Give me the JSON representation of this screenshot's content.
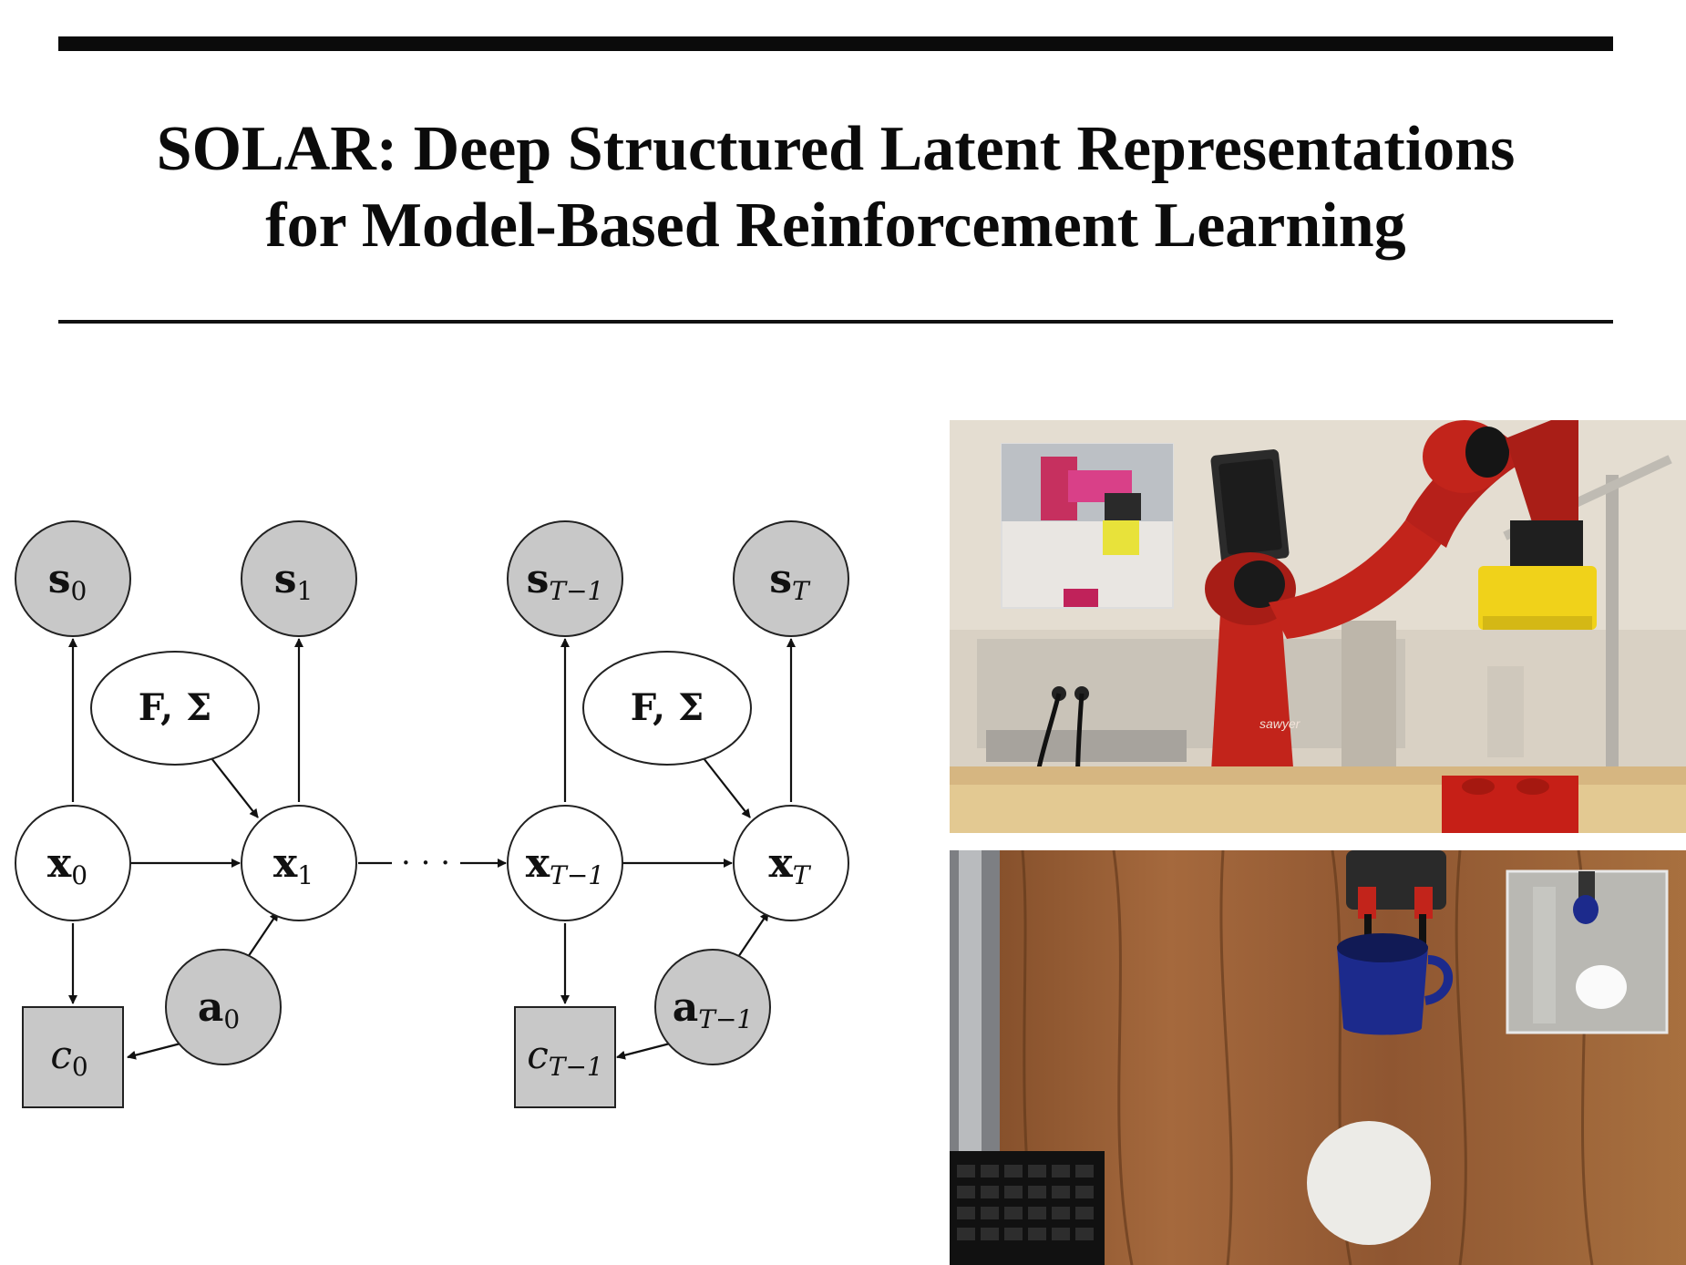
{
  "paper": {
    "title_line1": "SOLAR: Deep Structured Latent Representations",
    "title_line2": "for Model-Based Reinforcement Learning"
  },
  "diagram": {
    "observations": [
      "s",
      "s",
      "s",
      "s"
    ],
    "observation_subscripts": [
      "0",
      "1",
      "T−1",
      "T"
    ],
    "latents": [
      "x",
      "x",
      "x",
      "x"
    ],
    "latent_subscripts": [
      "0",
      "1",
      "T−1",
      "T"
    ],
    "dynamics_params": [
      "F, Σ",
      "F, Σ"
    ],
    "actions": [
      "a",
      "a"
    ],
    "action_subscripts": [
      "0",
      "T−1"
    ],
    "costs": [
      "c",
      "c"
    ],
    "cost_subscripts": [
      "0",
      "T−1"
    ],
    "ellipsis": "· · ·"
  },
  "photos": {
    "top": {
      "robot_brand": "sawyer"
    },
    "bottom": {}
  },
  "colors": {
    "observed_fill": "#c8c8c8",
    "latent_fill": "#ffffff",
    "robot_red": "#c2241b",
    "block_yellow": "#f0d21a",
    "mug_blue": "#1c2a8c",
    "wood": "#9a5f35"
  }
}
